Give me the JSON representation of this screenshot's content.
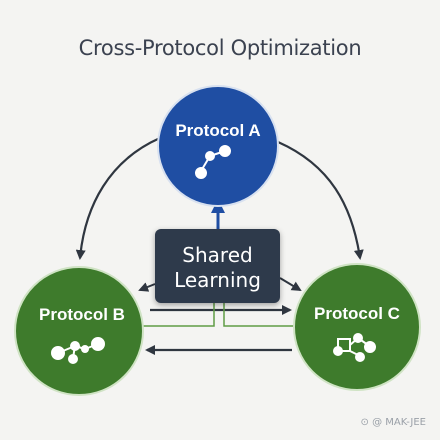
{
  "title": "Cross-Protocol Optimization",
  "nodes": {
    "a": {
      "label": "Protocol A",
      "color": "#1f4ea3"
    },
    "b": {
      "label": "Protocol B",
      "color": "#3e7b2c"
    },
    "c": {
      "label": "Protocol C",
      "color": "#3e7b2c"
    }
  },
  "hub": {
    "line1": "Shared",
    "line2": "Learning",
    "color": "#2e3a4b"
  },
  "watermark": "⊙ @ MAK-JEE",
  "icons": [
    "network-nodes-icon",
    "arrow-icon"
  ]
}
